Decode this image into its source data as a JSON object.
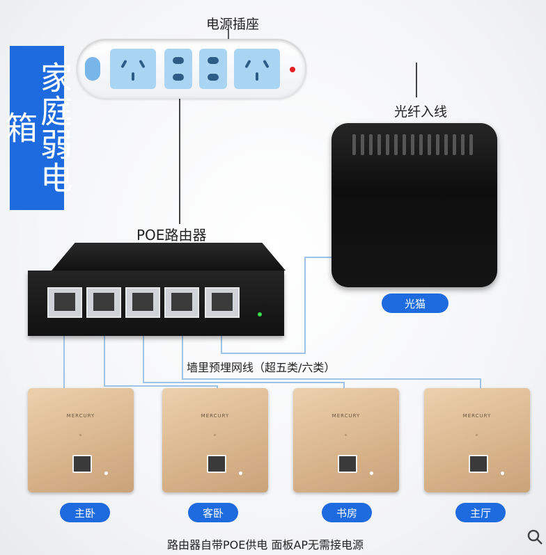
{
  "side_label": "家庭弱电箱",
  "labels": {
    "power_socket": "电源插座",
    "fiber_in": "光纤入线",
    "poe_router": "POE路由器",
    "wall_cable": "墙里预埋网线（超五类/六类）",
    "footer": "路由器自带POE供电 面板AP无需接电源",
    "modem": "光猫"
  },
  "panels": [
    {
      "room": "主卧",
      "brand": "MERCURY"
    },
    {
      "room": "客卧",
      "brand": "MERCURY"
    },
    {
      "room": "书房",
      "brand": "MERCURY"
    },
    {
      "room": "主厅",
      "brand": "MERCURY"
    }
  ],
  "colors": {
    "accent": "#1e6be0",
    "line": "#9ec3e6"
  },
  "icons": {
    "search": "search-icon"
  }
}
